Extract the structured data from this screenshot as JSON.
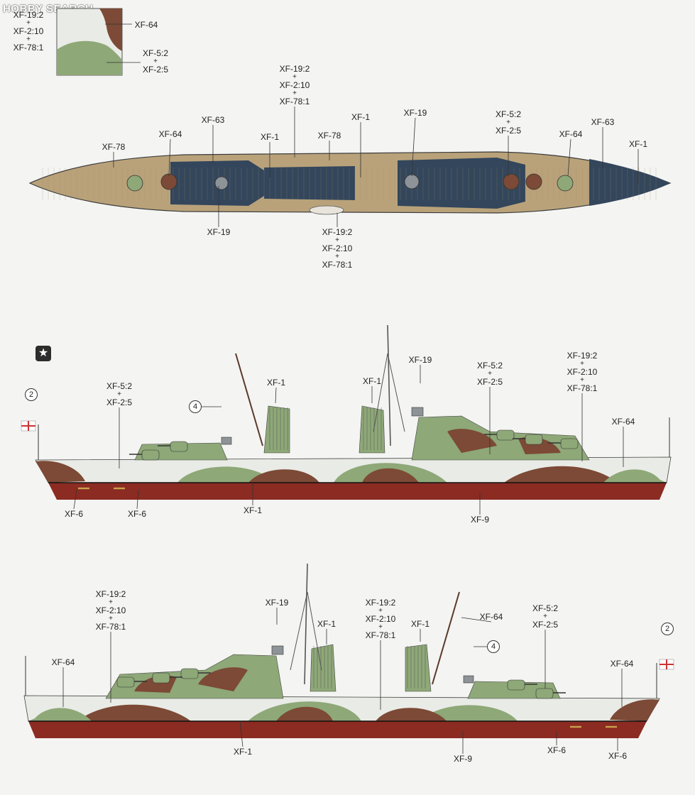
{
  "watermark": "HOBBY SEARCH",
  "swatch": {
    "left_label": [
      "XF-19:2",
      "XF-2:10",
      "XF-78:1"
    ],
    "right_top": "XF-64",
    "right_bottom": [
      "XF-5:2",
      "XF-2:5"
    ]
  },
  "colors": {
    "deck_wood": "#b9a27a",
    "deck_blue": "#33465c",
    "camo_white": "#e9ebe6",
    "camo_green": "#8ea878",
    "camo_brown": "#7c4a36",
    "hull_red": "#8b2b22",
    "grey": "#8d9397"
  },
  "top_view": {
    "labels": [
      {
        "text": [
          "XF-19:2",
          "XF-2:10",
          "XF-78:1"
        ]
      },
      {
        "text": [
          "XF-63"
        ]
      },
      {
        "text": [
          "XF-64"
        ]
      },
      {
        "text": [
          "XF-78"
        ]
      },
      {
        "text": [
          "XF-1"
        ]
      },
      {
        "text": [
          "XF-78"
        ]
      },
      {
        "text": [
          "XF-1"
        ]
      },
      {
        "text": [
          "XF-19"
        ]
      },
      {
        "text": [
          "XF-5:2",
          "XF-2:5"
        ]
      },
      {
        "text": [
          "XF-64"
        ]
      },
      {
        "text": [
          "XF-63"
        ]
      },
      {
        "text": [
          "XF-1"
        ]
      },
      {
        "text": [
          "XF-19"
        ]
      },
      {
        "text": [
          "XF-19:2",
          "XF-2:10",
          "XF-78:1"
        ]
      }
    ]
  },
  "side_view_1": {
    "badge": "★",
    "callouts": [
      "2",
      "4"
    ],
    "labels": [
      {
        "text": [
          "XF-5:2",
          "XF-2:5"
        ]
      },
      {
        "text": [
          "XF-1"
        ]
      },
      {
        "text": [
          "XF-1"
        ]
      },
      {
        "text": [
          "XF-19"
        ]
      },
      {
        "text": [
          "XF-5:2",
          "XF-2:5"
        ]
      },
      {
        "text": [
          "XF-19:2",
          "XF-2:10",
          "XF-78:1"
        ]
      },
      {
        "text": [
          "XF-64"
        ]
      },
      {
        "text": [
          "XF-6"
        ]
      },
      {
        "text": [
          "XF-6"
        ]
      },
      {
        "text": [
          "XF-1"
        ]
      },
      {
        "text": [
          "XF-9"
        ]
      }
    ]
  },
  "side_view_2": {
    "callouts": [
      "2",
      "4"
    ],
    "labels": [
      {
        "text": [
          "XF-19:2",
          "XF-2:10",
          "XF-78:1"
        ]
      },
      {
        "text": [
          "XF-19"
        ]
      },
      {
        "text": [
          "XF-64"
        ]
      },
      {
        "text": [
          "XF-1"
        ]
      },
      {
        "text": [
          "XF-19:2",
          "XF-2:10",
          "XF-78:1"
        ]
      },
      {
        "text": [
          "XF-1"
        ]
      },
      {
        "text": [
          "XF-64"
        ]
      },
      {
        "text": [
          "XF-5:2",
          "XF-2:5"
        ]
      },
      {
        "text": [
          "XF-64"
        ]
      },
      {
        "text": [
          "XF-1"
        ]
      },
      {
        "text": [
          "XF-9"
        ]
      },
      {
        "text": [
          "XF-6"
        ]
      },
      {
        "text": [
          "XF-6"
        ]
      }
    ]
  }
}
